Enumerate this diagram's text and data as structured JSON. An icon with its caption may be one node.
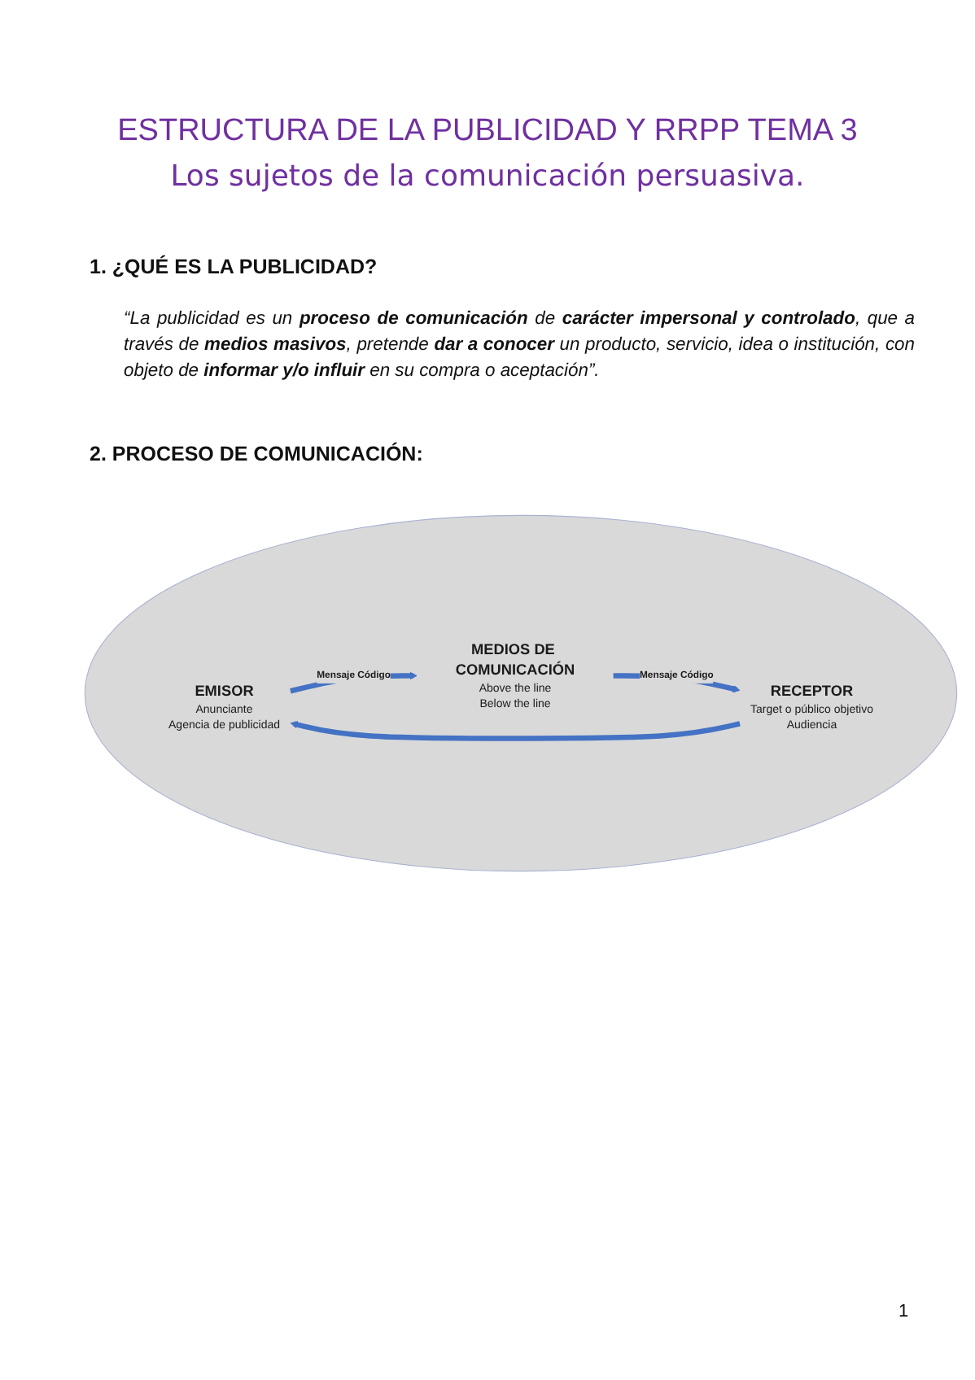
{
  "diagram": {
    "title": "ESTRUCTURA DE LA PUBLICIDAD Y RRPP TEMA 3",
    "nodes": [
      {
        "text": [],
        "shape": "ellipse"
      },
      {
        "text": [
          "EMISOR",
          "Anunciante",
          "Agencia de publicidad"
        ],
        "in": 0
      },
      {
        "text": [
          "MEDIOS DE COMUNICACIÓN",
          "Above the line",
          "Below the line"
        ],
        "in": 0
      },
      {
        "text": [
          "RECEPTOR",
          "Target o público objetivo",
          "Audiencia"
        ],
        "in": 0
      }
    ],
    "edges": [
      {
        "from": 1,
        "to": 2,
        "arrow": "to",
        "label": "Mensaje Código"
      },
      {
        "from": 2,
        "to": 3,
        "arrow": "to",
        "label": "Mensaje Código"
      },
      {
        "from": 3,
        "to": 1,
        "arrow": "to"
      }
    ],
    "labels": [
      "Los sujetos de la comunicación persuasiva.",
      "1. ¿QUÉ ES LA PUBLICIDAD?",
      "“La publicidad es un **proceso de comunicación** de **carácter impersonal y controlado**, que a través de **medios masivos**, pretende **dar a conocer** un producto, servicio, idea o institución, con objeto de **informar y/o influir** en su compra o aceptación”.",
      "2. PROCESO DE COMUNICACIÓN:",
      "1"
    ]
  }
}
